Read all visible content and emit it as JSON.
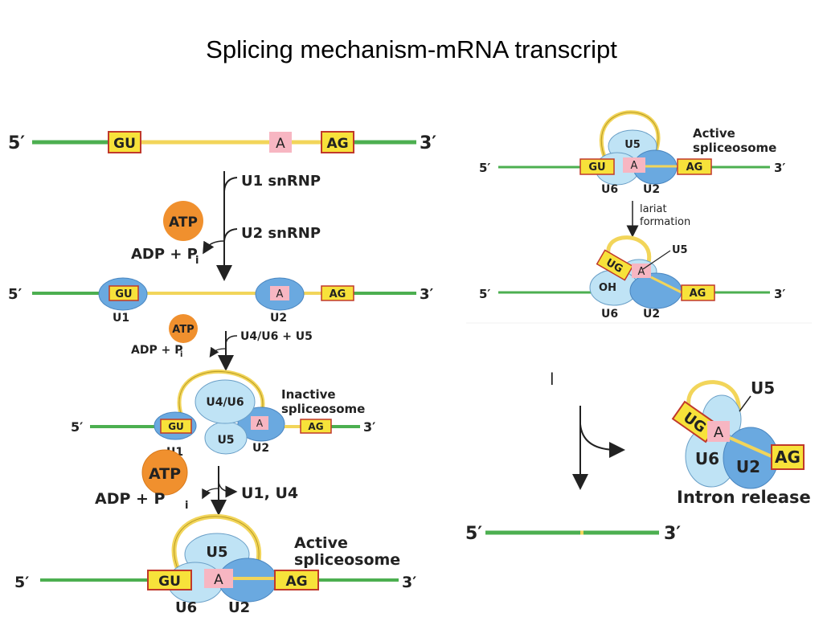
{
  "title": "Splicing mechanism-mRNA transcript",
  "colors": {
    "exon": "#4caf50",
    "intron": "#f2d55a",
    "site_box": "#f7e23a",
    "site_border": "#c0392b",
    "branch_point": "#f7b6c2",
    "snrnp_light": "#bfe3f5",
    "snrnp_mid": "#8fc3ea",
    "snrnp_dark": "#6aa9e0",
    "atp": "#f0902e",
    "arrow": "#222222"
  },
  "labels": {
    "five_prime": "5′",
    "three_prime": "3′",
    "gu": "GU",
    "ug": "UG",
    "a": "A",
    "ag": "AG",
    "oh": "OH",
    "u1": "U1",
    "u2": "U2",
    "u4_u6": "U4/U6",
    "u5": "U5",
    "u6": "U6",
    "atp": "ATP",
    "adp_pi": "ADP + P",
    "pi_sub": "i",
    "u1_snrnp": "U1 snRNP",
    "u2_snrnp": "U2 snRNP",
    "u4u6_u5": "U4/U6 + U5",
    "u1_u4": "U1, U4",
    "inactive_1": "Inactive",
    "inactive_2": "spliceosome",
    "active_1": "Active",
    "active_2": "spliceosome",
    "lariat_1": "lariat",
    "lariat_2": "formation",
    "intron_release": "Intron release",
    "stray_mark": "l"
  }
}
